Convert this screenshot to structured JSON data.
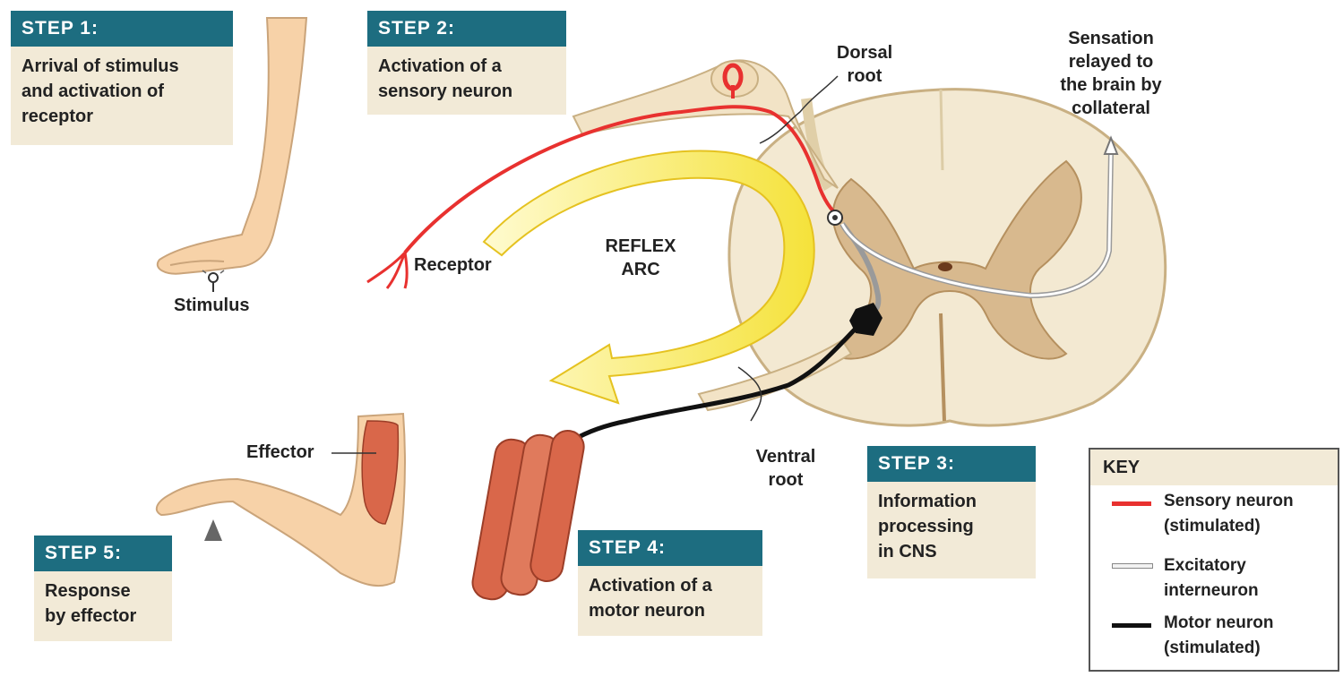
{
  "steps": [
    {
      "title": "STEP 1:",
      "text": "Arrival of stimulus\nand activation of\nreceptor"
    },
    {
      "title": "STEP 2:",
      "text": "Activation of a\nsensory neuron"
    },
    {
      "title": "STEP 3:",
      "text": "Information\nprocessing\nin CNS"
    },
    {
      "title": "STEP 4:",
      "text": "Activation of a\nmotor neuron"
    },
    {
      "title": "STEP 5:",
      "text": "Response\nby effector"
    }
  ],
  "labels": {
    "dorsal_root": "Dorsal\nroot",
    "sensation": "Sensation\nrelayed to\nthe brain by\ncollateral",
    "receptor": "Receptor",
    "reflex_arc": "REFLEX\nARC",
    "stimulus": "Stimulus",
    "effector": "Effector",
    "ventral_root": "Ventral\nroot"
  },
  "key": {
    "title": "KEY",
    "items": [
      {
        "label": "Sensory neuron\n(stimulated)",
        "color": "#e8312f"
      },
      {
        "label": "Excitatory\ninterneuron",
        "color": "#d9d9d9"
      },
      {
        "label": "Motor neuron\n(stimulated)",
        "color": "#111111"
      }
    ]
  },
  "colors": {
    "step_header": "#1d6d80",
    "step_body": "#f2ead7",
    "sensory": "#e8312f",
    "motor": "#111111",
    "interneuron": "#d9d9d9",
    "arc_arrow": "#f7e94a",
    "cord_white": "#f3e9d2",
    "cord_gray": "#d8b98e",
    "skin": "#f7d2a8",
    "muscle": "#d9674a"
  }
}
